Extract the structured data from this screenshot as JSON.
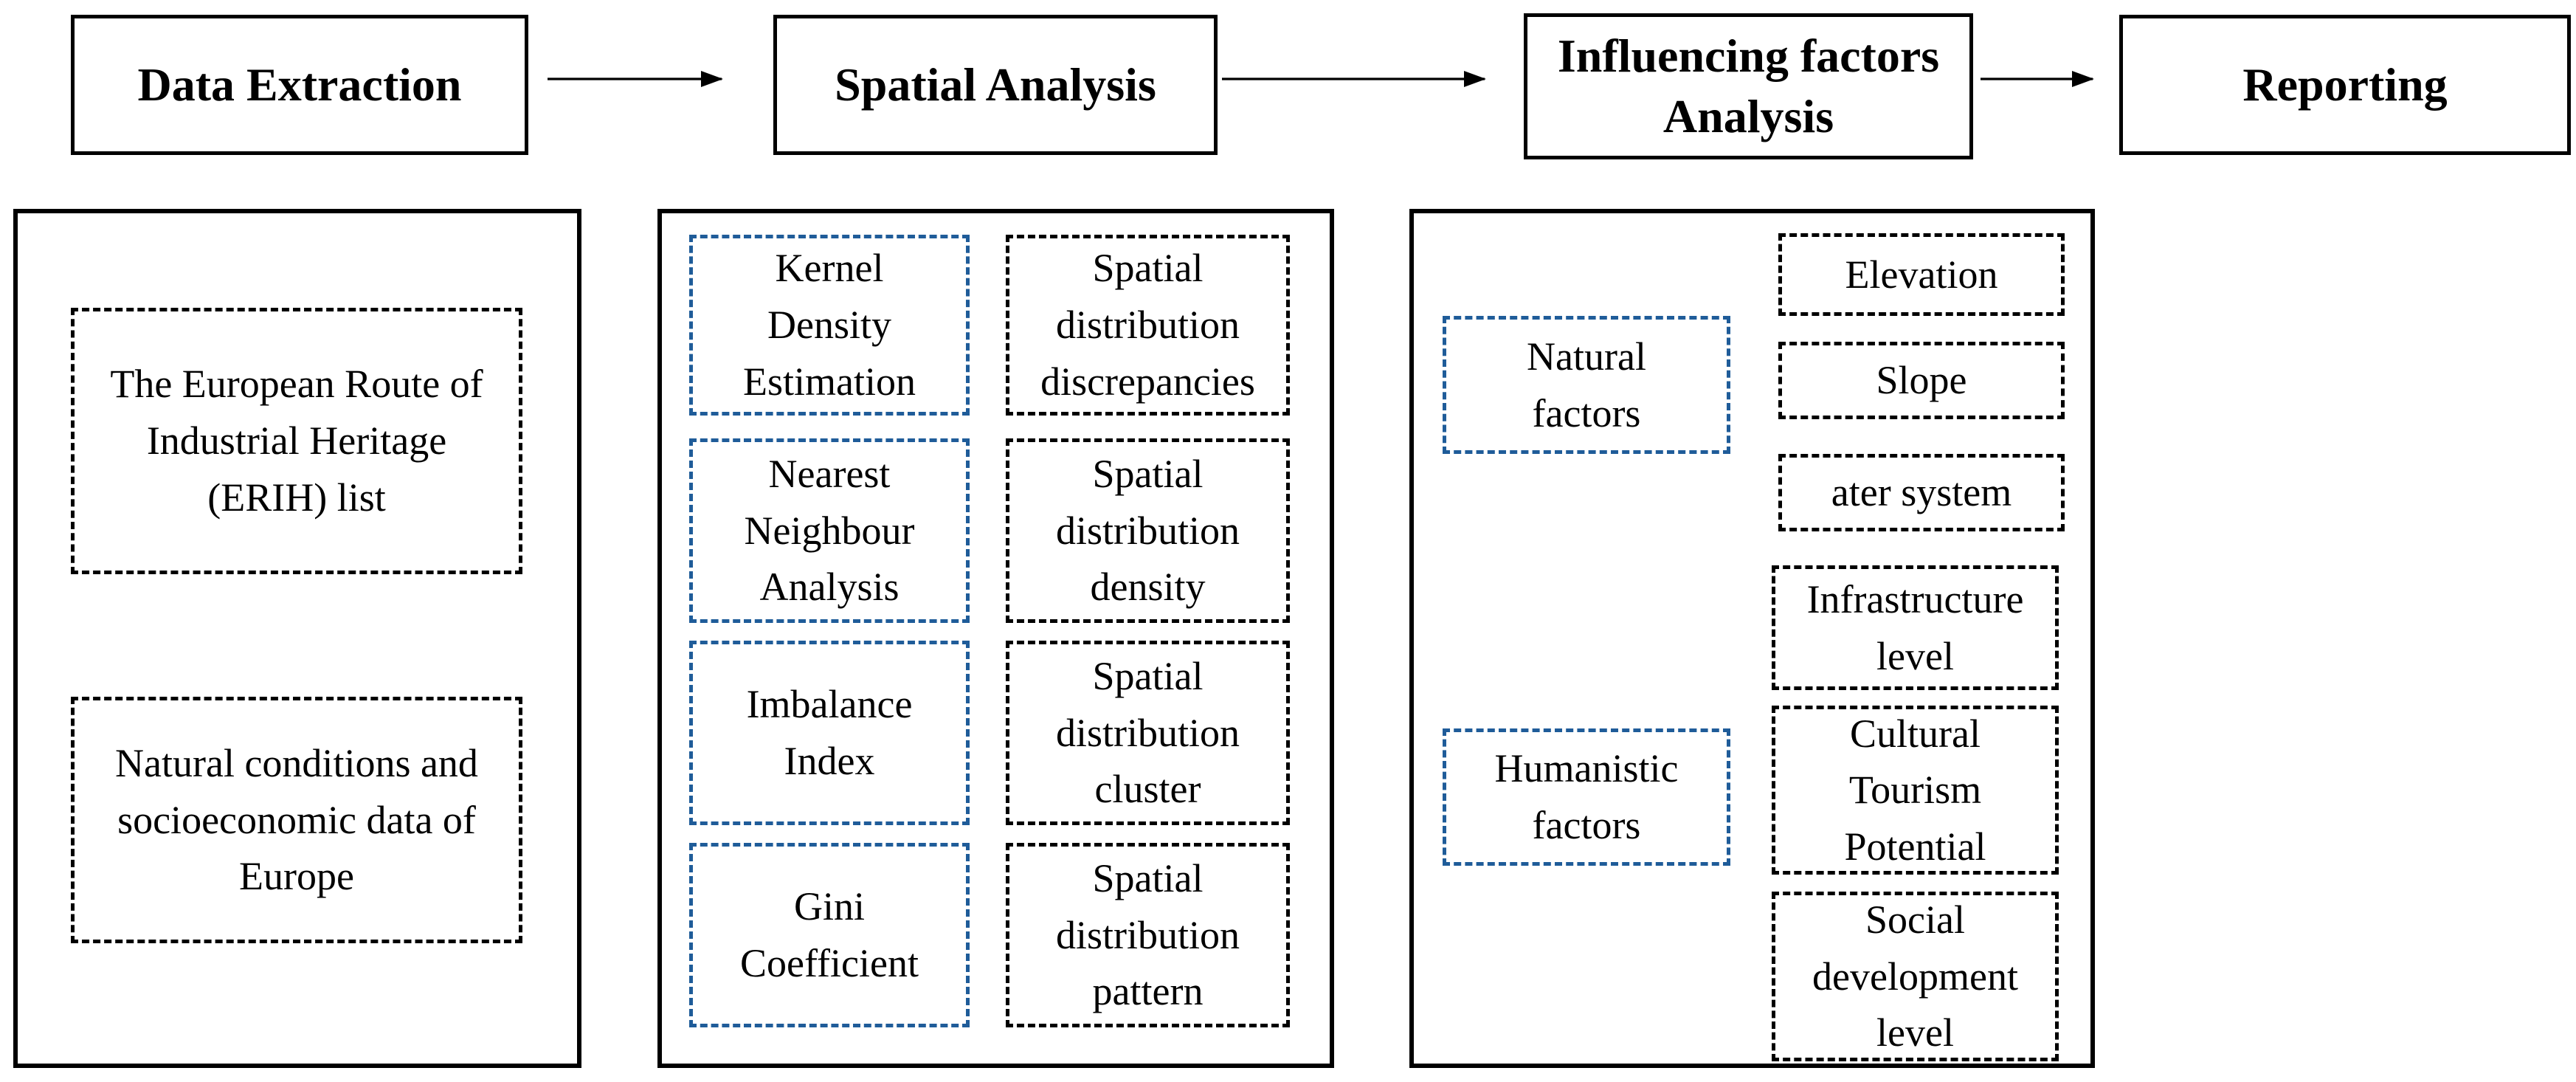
{
  "colors": {
    "accent_blue": "#1f5c99",
    "line_black": "#000000",
    "background": "#ffffff"
  },
  "stages": [
    {
      "label": "Data Extraction"
    },
    {
      "label": "Spatial Analysis"
    },
    {
      "label": "Influencing factors\nAnalysis"
    },
    {
      "label": "Reporting"
    }
  ],
  "panels": {
    "data_extraction": {
      "sources": [
        "The European Route of\nIndustrial Heritage\n(ERIH) list",
        "Natural conditions and\nsocioeconomic data of\nEurope"
      ]
    },
    "spatial_analysis": {
      "rows": [
        {
          "method": "Kernel\nDensity\nEstimation",
          "result": "Spatial\ndistribution\ndiscrepancies"
        },
        {
          "method": "Nearest\nNeighbour\nAnalysis",
          "result": "Spatial\ndistribution\ndensity"
        },
        {
          "method": "Imbalance\nIndex",
          "result": "Spatial\ndistribution\ncluster"
        },
        {
          "method": "Gini\nCoefficient",
          "result": "Spatial\ndistribution\npattern"
        }
      ]
    },
    "influencing_factors": {
      "groups": [
        {
          "factor": "Natural\nfactors",
          "subfactors": [
            "Elevation",
            "Slope",
            "ater system"
          ]
        },
        {
          "factor": "Humanistic\nfactors",
          "subfactors": [
            "Infrastructure\nlevel",
            "Cultural\nTourism\nPotential",
            "Social\ndevelopment\nlevel"
          ]
        }
      ]
    }
  }
}
